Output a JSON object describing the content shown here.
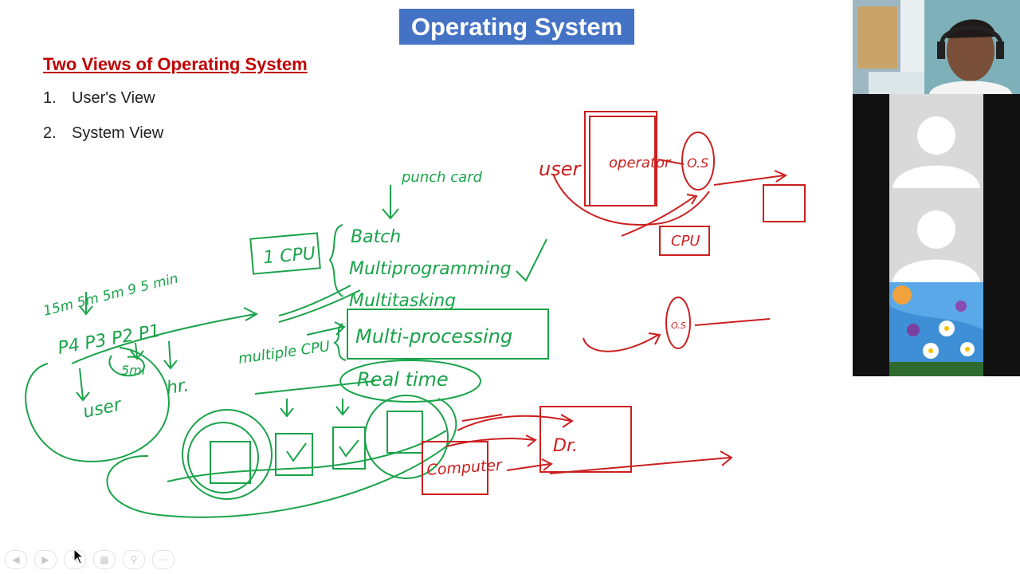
{
  "slide": {
    "title": "Operating System",
    "subtitle": "Two Views of Operating System",
    "items": [
      {
        "num": "1.",
        "text": "User's View"
      },
      {
        "num": "2.",
        "text": "System View"
      }
    ]
  },
  "annotations": {
    "punch_card": "punch card",
    "cpu_box": "1 CPU",
    "batch": "Batch",
    "multiprogramming": "Multiprogramming",
    "multitasking": "Multitasking",
    "multiprocessing": "Multi-processing",
    "realtime": "Real time",
    "multiple_cpu": "multiple CPU",
    "times": "15m 5m 5m 9 5 min",
    "procs": "P4 P3 P2 P1",
    "hr": "hr.",
    "user_left": "user",
    "five_min": "5mi",
    "user_red": "user",
    "operator": "operator",
    "os": "O.S",
    "cpu_red": "CPU",
    "os_small": "O.S",
    "computer": "Computer",
    "dr": "Dr."
  },
  "toolbar": {
    "buttons": [
      "prev-icon",
      "next-icon",
      "pen-icon",
      "slides-icon",
      "zoom-icon",
      "more-icon"
    ]
  },
  "colors": {
    "title_bg": "#4472c4",
    "subtitle": "#c00000",
    "green_ink": "#1aa34a",
    "red_ink": "#cc1f1f"
  }
}
